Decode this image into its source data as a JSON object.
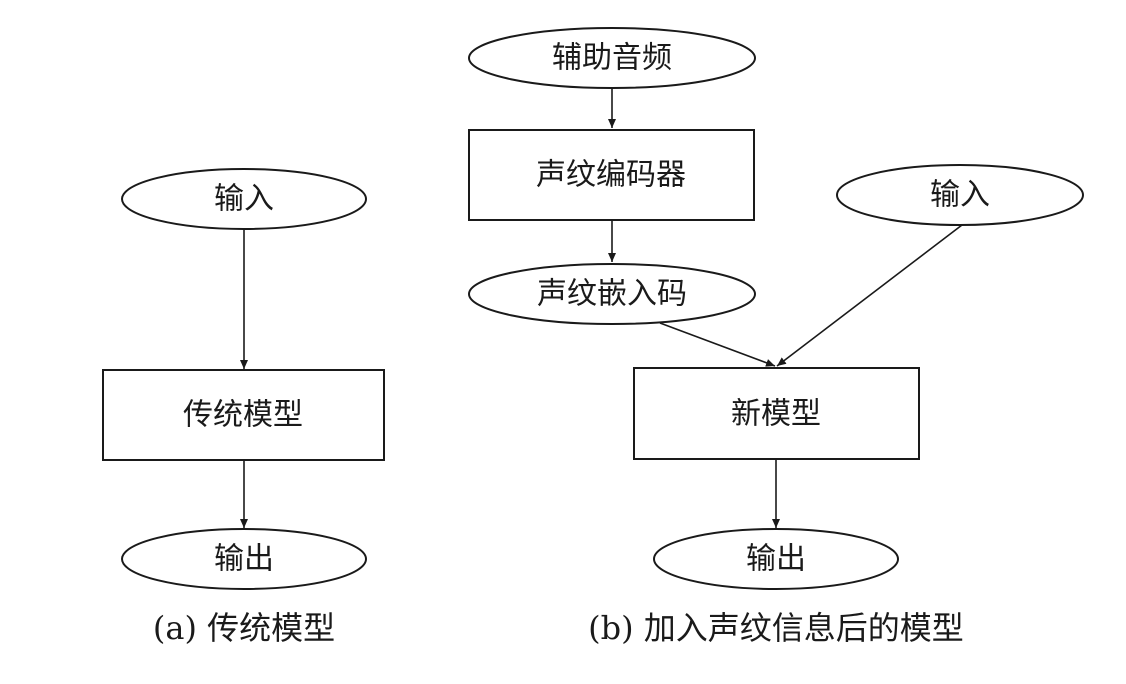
{
  "diagram_a": {
    "input_label": "输入",
    "model_label": "传统模型",
    "output_label": "输出",
    "caption": "(a) 传统模型"
  },
  "diagram_b": {
    "aux_audio_label": "辅助音频",
    "encoder_label": "声纹编码器",
    "embedding_label": "声纹嵌入码",
    "input_label": "输入",
    "model_label": "新模型",
    "output_label": "输出",
    "caption": "(b) 加入声纹信息后的模型"
  },
  "colors": {
    "line": "#1a1a1a",
    "background": "#ffffff"
  }
}
